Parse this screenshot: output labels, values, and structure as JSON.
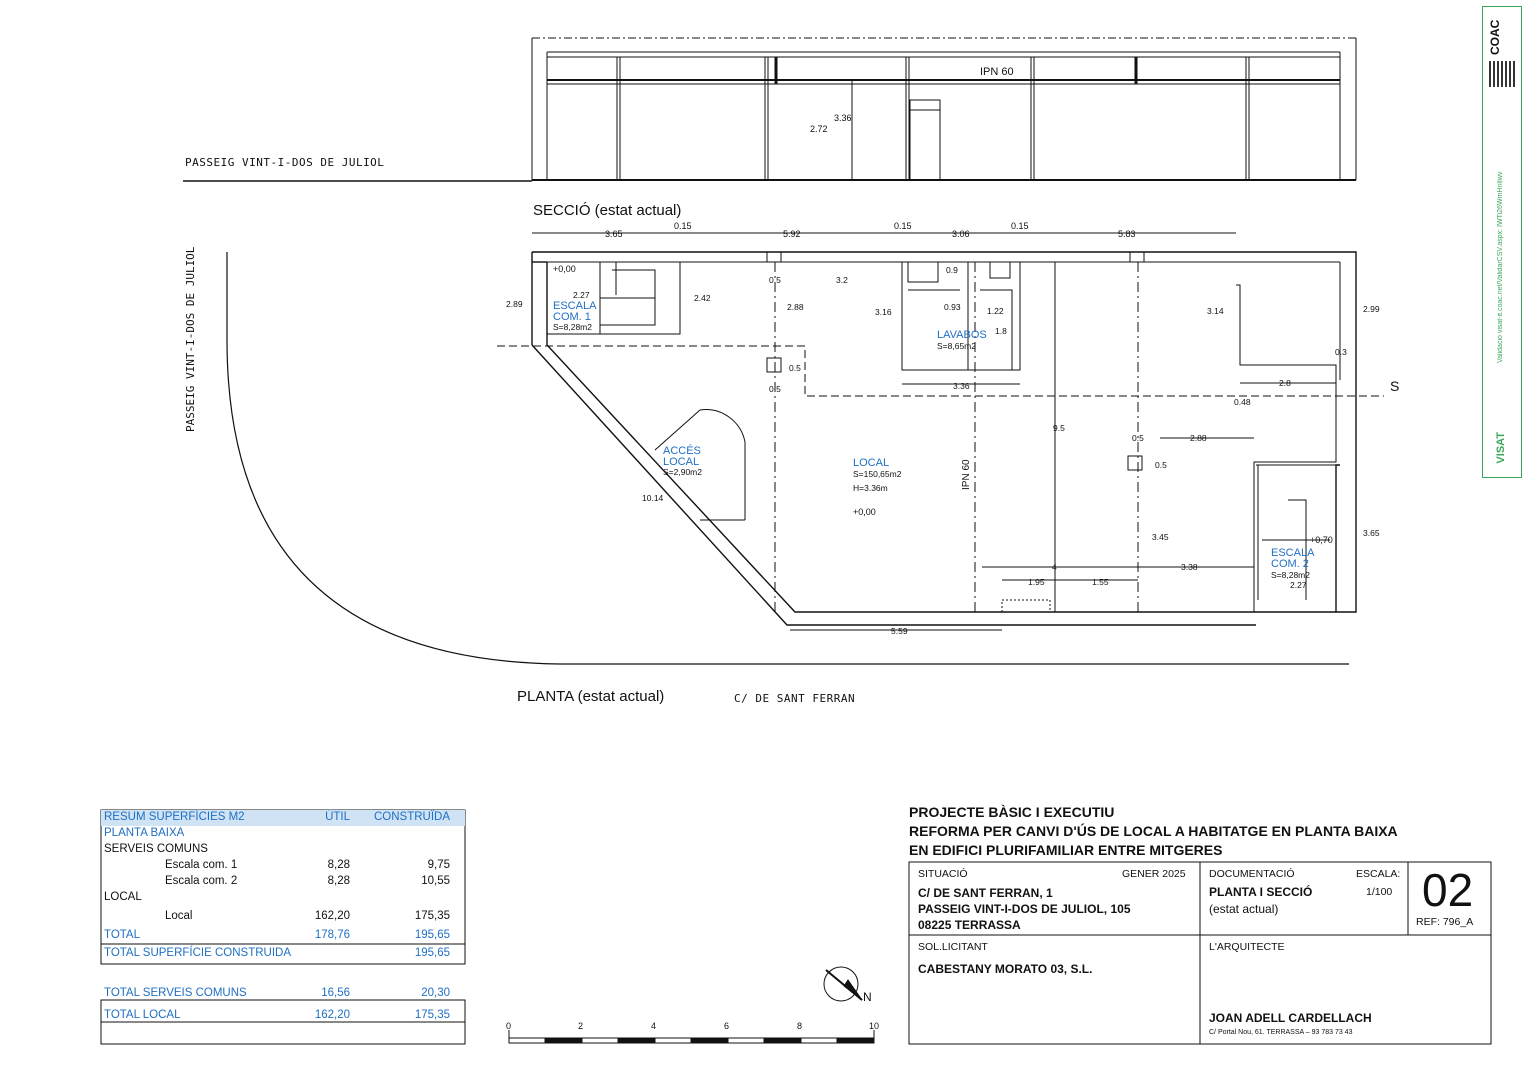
{
  "drawing": {
    "section_title": "SECCIÓ (estat actual)",
    "plan_title": "PLANTA (estat actual)",
    "street_north": "PASSEIG VINT-I-DOS DE JULIOL",
    "street_west": "PASSEIG VINT-I-DOS DE JULIOL",
    "street_south": "C/ DE SANT FERRAN",
    "section_beam": "IPN 60",
    "section_dims": [
      "3.36",
      "2.72"
    ],
    "top_dims": [
      "3.65",
      "0.15",
      "5.92",
      "0.15",
      "3.06",
      "0.15",
      "5.83"
    ],
    "rooms": {
      "escala1_name": [
        "ESCALA",
        "COM. 1"
      ],
      "escala1_area": "S=8,28m2",
      "escala1_level": "+0,00",
      "acces_name": [
        "ACCÉS",
        "LOCAL"
      ],
      "acces_area": "S=2,90m2",
      "local_name": "LOCAL",
      "local_area": "S=150,65m2",
      "local_height": "H=3.36m",
      "local_level": "+0,00",
      "lavabos_name": "LAVABOS",
      "lavabos_area": "S=8,65m2",
      "escala2_name": [
        "ESCALA",
        "COM. 2"
      ],
      "escala2_area": "S=8,28m2",
      "escala2_level": "+0,70",
      "plan_beam": "IPN 60"
    },
    "dims": {
      "d289": "2.89",
      "d227a": "2.27",
      "d242": "2.42",
      "d05a": "0.5",
      "d32": "3.2",
      "d288a": "2.88",
      "d316": "3.16",
      "d09": "0.9",
      "d093": "0.93",
      "d122": "1.22",
      "d18": "1.8",
      "d314": "3.14",
      "d299": "2.99",
      "d03": "0.3",
      "d05b": "0.5",
      "d05c": "0.5",
      "d336": "3.36",
      "d28": "2.8",
      "d048": "0.48",
      "d95": "9.5",
      "d05d": "0.5",
      "d288b": "2.88",
      "d05e": "0.5",
      "d1014": "10.14",
      "d345": "3.45",
      "d365": "3.65",
      "d4": "4",
      "d338": "3.38",
      "d195": "1.95",
      "d155": "1.55",
      "d227b": "2.27",
      "d559": "5.59",
      "section_mark": "S"
    },
    "scale_bar": [
      "0",
      "2",
      "4",
      "6",
      "8",
      "10"
    ],
    "north": "N"
  },
  "summary": {
    "header": {
      "label": "RESUM SUPERFÍCIES M2",
      "util": "ÚTIL",
      "construida": "CONSTRUÏDA"
    },
    "planta": "PLANTA BAIXA",
    "serveis": "SERVEIS COMUNS",
    "rows": [
      {
        "label": "Escala com. 1",
        "util": "8,28",
        "construida": "9,75"
      },
      {
        "label": "Escala com. 2",
        "util": "8,28",
        "construida": "10,55"
      }
    ],
    "local_group": "LOCAL",
    "local_row": {
      "label": "Local",
      "util": "162,20",
      "construida": "175,35"
    },
    "total": {
      "label": "TOTAL",
      "util": "178,76",
      "construida": "195,65"
    },
    "total_construida": {
      "label": "TOTAL SUPERFÍCIE CONSTRUIDA",
      "construida": "195,65"
    },
    "total_serveis": {
      "label": "TOTAL SERVEIS COMUNS",
      "util": "16,56",
      "construida": "20,30"
    },
    "total_local": {
      "label": "TOTAL LOCAL",
      "util": "162,20",
      "construida": "175,35"
    }
  },
  "title_block": {
    "project": [
      "PROJECTE BÀSIC I EXECUTIU",
      "REFORMA PER CANVI D'ÚS DE LOCAL A HABITATGE EN PLANTA BAIXA",
      "EN EDIFICI PLURIFAMILIAR ENTRE MITGERES"
    ],
    "situacio_label": "SITUACIÓ",
    "date": "GENER 2025",
    "address": [
      "C/ DE SANT FERRAN, 1",
      "PASSEIG VINT-I-DOS DE JULIOL, 105",
      "08225 TERRASSA"
    ],
    "documentacio_label": "DOCUMENTACIÓ",
    "escala_label": "ESCALA:",
    "doc_name": [
      "PLANTA I SECCIÓ",
      "(estat actual)"
    ],
    "scale": "1/100",
    "sheet_number": "02",
    "ref": "REF:  796_A",
    "sollicitant_label": "SOL.LICITANT",
    "sollicitant": "CABESTANY MORATO 03, S.L.",
    "arquitecte_label": "L'ARQUITECTE",
    "arquitecte": "JOAN ADELL CARDELLACH",
    "arquitecte_address": "C/ Portal Nou, 61. TERRASSA  –  93 783 73 43"
  },
  "stamp": {
    "logo": "COAC",
    "validation": "Validació visat-it.coac.net/ValidarCSV.aspx: IWTi26WmHnlIwv",
    "visat": "VISAT"
  }
}
